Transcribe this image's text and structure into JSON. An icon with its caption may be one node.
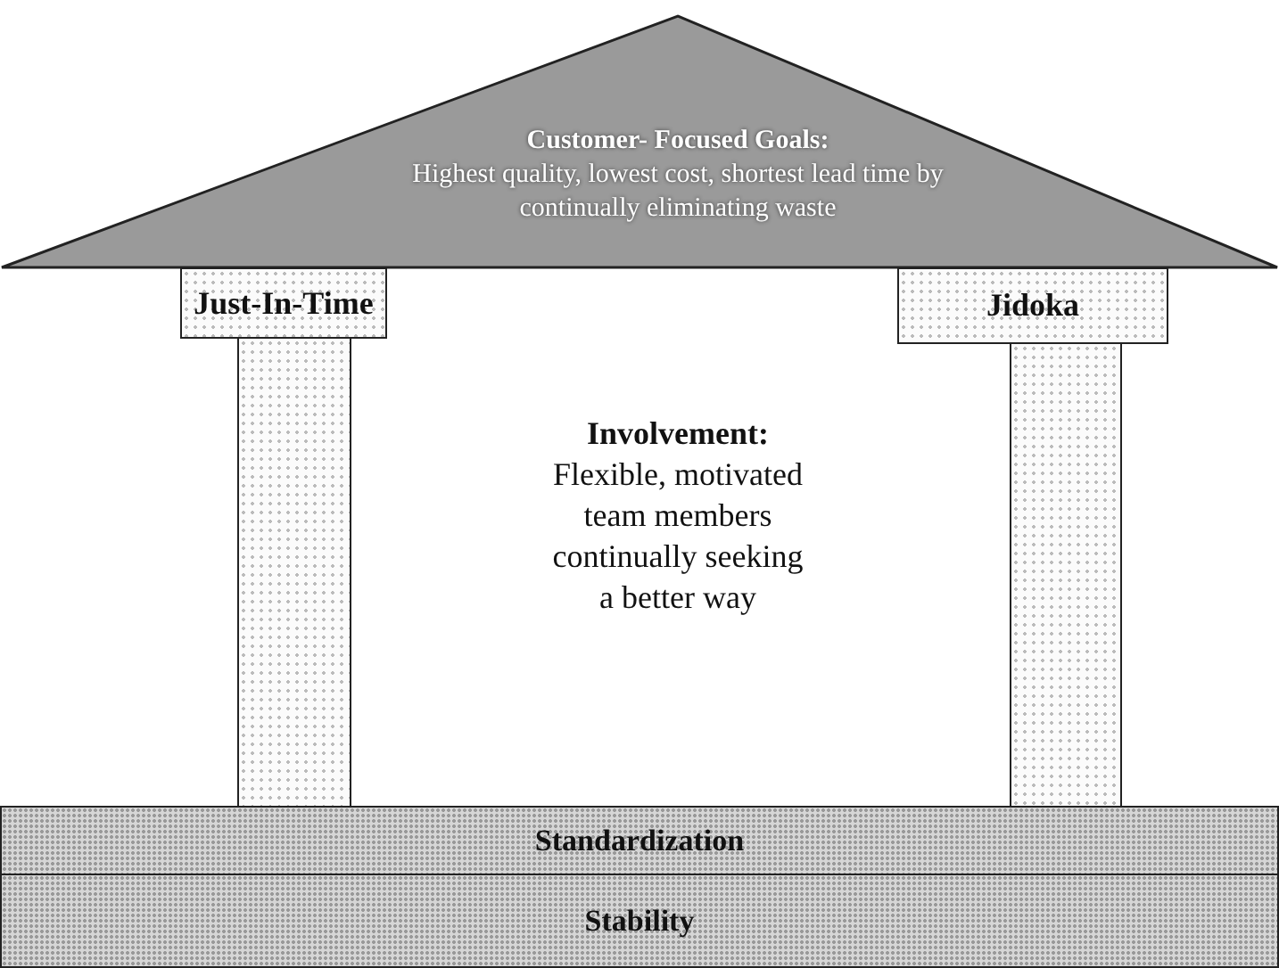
{
  "diagram": {
    "nodes": [
      {
        "text": [
          "Customer- Focused Goals:",
          "Highest quality, lowest cost, shortest lead time by continually eliminating waste"
        ]
      },
      {
        "text": [
          "Just-In-Time"
        ]
      },
      {
        "text": [
          "Jidoka"
        ]
      },
      {
        "text": [],
        "shape": "bar"
      },
      {
        "text": [],
        "shape": "bar"
      },
      {
        "text": [
          "Standardization"
        ]
      },
      {
        "text": [
          "Stability"
        ]
      }
    ],
    "edges": [],
    "labels": [
      "Involvement:",
      "Flexible, motivated team members continually seeking a better way"
    ]
  }
}
